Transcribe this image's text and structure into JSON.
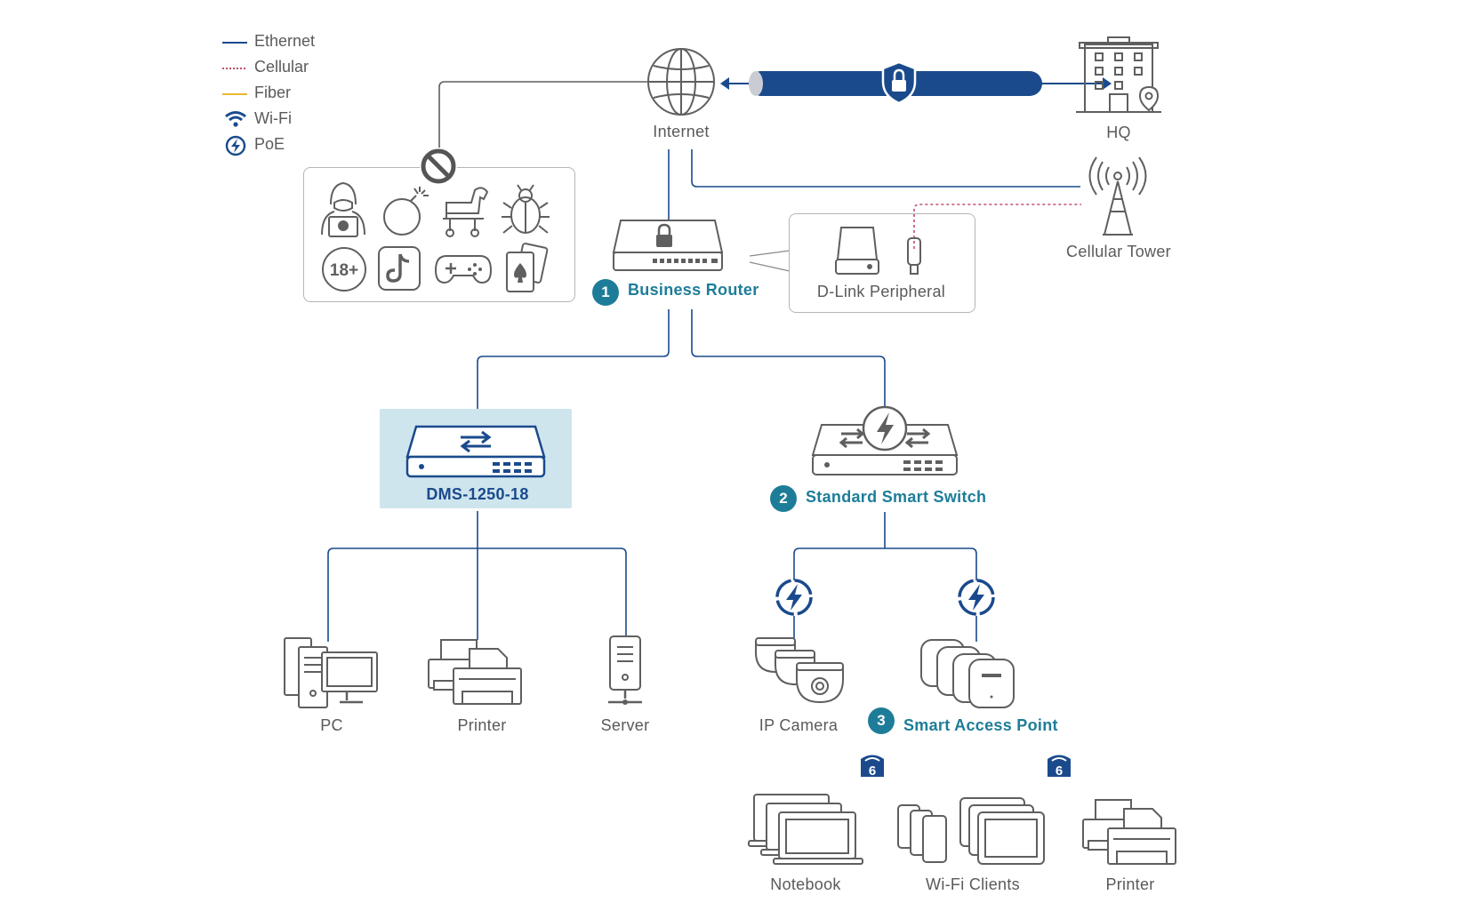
{
  "legend": {
    "ethernet": "Ethernet",
    "cellular": "Cellular",
    "fiber": "Fiber",
    "wifi": "Wi-Fi",
    "poe": "PoE"
  },
  "nodes": {
    "internet": "Internet",
    "hq": "HQ",
    "cellular_tower": "Cellular Tower",
    "business_router": "Business Router",
    "business_router_num": "1",
    "dlink_peripheral": "D-Link Peripheral",
    "dms": "DMS-1250-18",
    "standard_switch": "Standard Smart Switch",
    "standard_switch_num": "2",
    "pc": "PC",
    "printer_left": "Printer",
    "server": "Server",
    "ip_camera": "IP Camera",
    "smart_ap": "Smart Access Point",
    "smart_ap_num": "3",
    "notebook": "Notebook",
    "wifi_clients": "Wi-Fi Clients",
    "printer_right": "Printer",
    "age_badge": "18+",
    "wifi6_badge": "6"
  },
  "colors": {
    "ethernet": "#1a4a8c",
    "cellular": "#c0506a",
    "fiber": "#e8b930",
    "accent": "#1d7d99",
    "highlight_bg": "#cfe5ee",
    "icon_gray": "#5f5f5f"
  },
  "icons": {
    "blocked": [
      "hacker-icon",
      "bomb-icon",
      "trojan-horse-icon",
      "bug-icon",
      "adult-content-icon",
      "tiktok-icon",
      "gamepad-icon",
      "playing-cards-icon"
    ],
    "vpn": "shield-lock-icon",
    "block": "prohibited-icon"
  }
}
